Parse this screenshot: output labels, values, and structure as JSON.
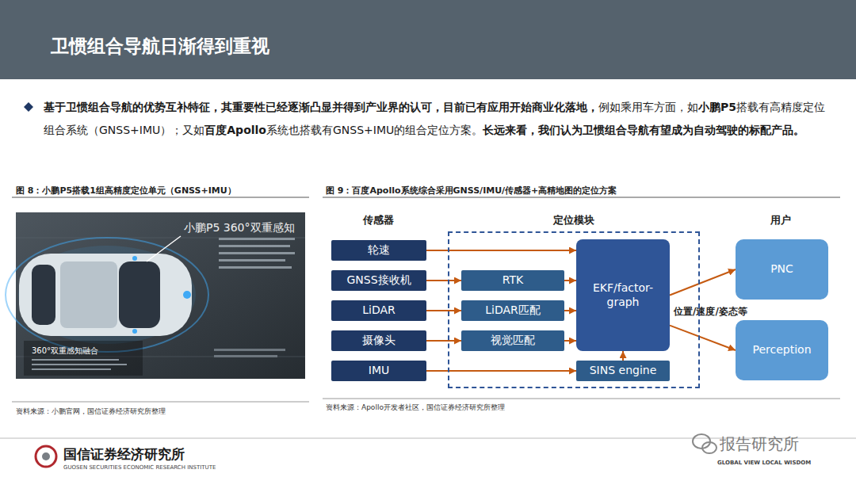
{
  "diagram": {
    "title": "卫惯组合导航日渐得到重视",
    "nodes": [
      {
        "text": [
          "轮速"
        ]
      },
      {
        "text": [
          "GNSS接收机"
        ]
      },
      {
        "text": [
          "LiDAR"
        ]
      },
      {
        "text": [
          "摄像头"
        ]
      },
      {
        "text": [
          "IMU"
        ]
      },
      {
        "text": [
          "定位模块"
        ]
      },
      {
        "text": [
          "RTK"
        ],
        "in": 5
      },
      {
        "text": [
          "LiDAR匹配"
        ],
        "in": 5
      },
      {
        "text": [
          "视觉匹配"
        ],
        "in": 5
      },
      {
        "text": [
          "EKF/factor-graph"
        ],
        "in": 5
      },
      {
        "text": [
          "SINS engine"
        ],
        "in": 5
      },
      {
        "text": [
          "PNC"
        ]
      },
      {
        "text": [
          "Perception"
        ]
      }
    ],
    "edges": [
      {
        "from": 0,
        "to": 9,
        "arrow": "to"
      },
      {
        "from": 1,
        "to": 6,
        "arrow": "to"
      },
      {
        "from": 6,
        "to": 9,
        "arrow": "to"
      },
      {
        "from": 2,
        "to": 7,
        "arrow": "to"
      },
      {
        "from": 7,
        "to": 9,
        "arrow": "to"
      },
      {
        "from": 3,
        "to": 8,
        "arrow": "to"
      },
      {
        "from": 8,
        "to": 9,
        "arrow": "to"
      },
      {
        "from": 4,
        "to": 10,
        "arrow": "to"
      },
      {
        "from": 10,
        "to": 9,
        "arrow": "to"
      },
      {
        "from": 9,
        "to": 11,
        "arrow": "to"
      },
      {
        "from": 9,
        "to": 12,
        "arrow": "to"
      }
    ],
    "labels": [
      "基于卫惯组合导航的优势互补特征，其重要性已经逐渐凸显并得到产业界的认可，目前已有应用开始商业化落地，",
      "例如乘用车方面，如",
      "小鹏P5",
      "搭载有高精度定位组合系统（GNSS+IMU）；又如",
      "百度Apollo",
      "系统也搭载有GNSS+IMU的组合定位方案。",
      "长远来看，我们认为卫惯组合导航有望成为自动驾驶的标配产品。",
      "图 8：小鹏P5搭载1组高精度定位单元（GNSS+IMU）",
      "图 9：百度Apollo系统综合采用GNSS/IMU/传感器+高精地图的定位方案",
      "小鹏P5 360°双重感知",
      "360°双重感知融合",
      "传感器",
      "用户",
      "位置/速度/姿态等",
      "资料来源：小鹏官网，国信证券经济研究所整理",
      "资料来源：Apollo开发者社区，国信证券经济研究所整理",
      "国信证券经济研究所",
      "GUOSEN SECURITIES ECONOMIC RESEARCH INSTITUTE",
      "报告研究所",
      "GLOBAL VIEW LOCAL WISDOM"
    ]
  }
}
